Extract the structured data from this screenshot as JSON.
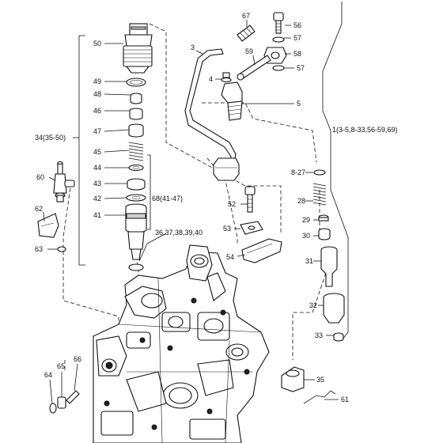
{
  "callouts": [
    {
      "id": "50",
      "text": "50"
    },
    {
      "id": "49",
      "text": "49"
    },
    {
      "id": "48",
      "text": "48"
    },
    {
      "id": "46",
      "text": "46"
    },
    {
      "id": "47",
      "text": "47"
    },
    {
      "id": "34",
      "text": "34(35-50)"
    },
    {
      "id": "45",
      "text": "45"
    },
    {
      "id": "44",
      "text": "44"
    },
    {
      "id": "43",
      "text": "43"
    },
    {
      "id": "42",
      "text": "42"
    },
    {
      "id": "68",
      "text": "68(41-47)"
    },
    {
      "id": "41",
      "text": "41"
    },
    {
      "id": "36",
      "text": "36,37,38,39,40"
    },
    {
      "id": "60",
      "text": "60"
    },
    {
      "id": "62",
      "text": "62"
    },
    {
      "id": "63",
      "text": "63"
    },
    {
      "id": "67",
      "text": "67"
    },
    {
      "id": "56",
      "text": "56"
    },
    {
      "id": "57a",
      "text": "57"
    },
    {
      "id": "3",
      "text": "3"
    },
    {
      "id": "59",
      "text": "59"
    },
    {
      "id": "58",
      "text": "58"
    },
    {
      "id": "57b",
      "text": "57"
    },
    {
      "id": "4",
      "text": "4"
    },
    {
      "id": "5",
      "text": "5"
    },
    {
      "id": "1",
      "text": "1(3-5,8-33,56-59,69)"
    },
    {
      "id": "8",
      "text": "8-27"
    },
    {
      "id": "28",
      "text": "28"
    },
    {
      "id": "29",
      "text": "29"
    },
    {
      "id": "30",
      "text": "30"
    },
    {
      "id": "52",
      "text": "52"
    },
    {
      "id": "53",
      "text": "53"
    },
    {
      "id": "54",
      "text": "54"
    },
    {
      "id": "31",
      "text": "31"
    },
    {
      "id": "32",
      "text": "32"
    },
    {
      "id": "33",
      "text": "33"
    },
    {
      "id": "35",
      "text": "35"
    },
    {
      "id": "61",
      "text": "61"
    },
    {
      "id": "64",
      "text": "64"
    },
    {
      "id": "65",
      "text": "65"
    },
    {
      "id": "66",
      "text": "66"
    }
  ]
}
